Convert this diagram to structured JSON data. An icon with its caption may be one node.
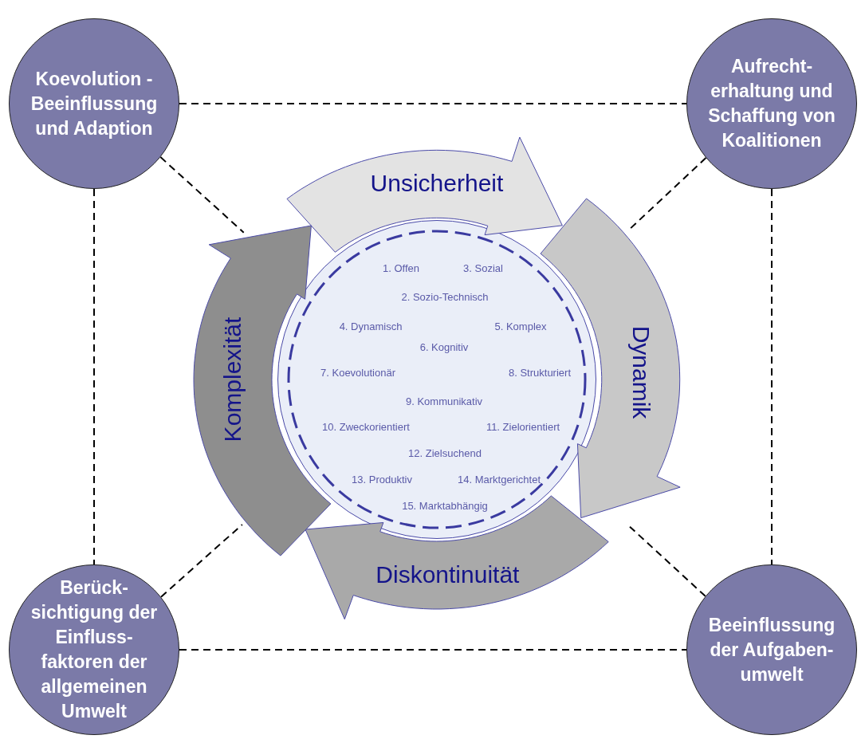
{
  "diagram": {
    "nodes": [
      {
        "text": [
          "Koevolution - Beeinflussung und Adaption"
        ]
      },
      {
        "text": [
          "Aufrecht- erhaltung und Schaffung von Koalitionen"
        ]
      },
      {
        "text": [
          "Berück- sichtigung der Einfluss- faktoren der allgemeinen Umwelt"
        ]
      },
      {
        "text": [
          "Beeinflussung der Aufgaben- umwelt"
        ]
      },
      {
        "text": [
          "Unsicherheit"
        ]
      },
      {
        "text": [
          "Dynamik"
        ]
      },
      {
        "text": [
          "Diskontinuität"
        ]
      },
      {
        "text": [
          "Komplexität"
        ]
      },
      {
        "text": [
          "1. Offen",
          "3. Sozial",
          "2. Sozio-Technisch",
          "4. Dynamisch",
          "5. Komplex",
          "6. Kognitiv",
          "7. Koevolutionär",
          "8. Strukturiert",
          "9. Kommunikativ",
          "10. Zweckorientiert",
          "11. Zielorientiert",
          "12. Zielsuchend",
          "13. Produktiv",
          "14. Marktgerichtet",
          "15. Marktabhängig"
        ]
      }
    ],
    "edges": [
      {
        "from": 0,
        "to": 1,
        "arrow": "none",
        "style": "dashed"
      },
      {
        "from": 0,
        "to": 2,
        "arrow": "none",
        "style": "dashed"
      },
      {
        "from": 1,
        "to": 3,
        "arrow": "none",
        "style": "dashed"
      },
      {
        "from": 2,
        "to": 3,
        "arrow": "none",
        "style": "dashed"
      },
      {
        "from": 0,
        "to": 7,
        "arrow": "none",
        "style": "dashed"
      },
      {
        "from": 1,
        "to": 5,
        "arrow": "none",
        "style": "dashed"
      },
      {
        "from": 2,
        "to": 7,
        "arrow": "none",
        "style": "dashed"
      },
      {
        "from": 3,
        "to": 5,
        "arrow": "none",
        "style": "dashed"
      }
    ]
  }
}
